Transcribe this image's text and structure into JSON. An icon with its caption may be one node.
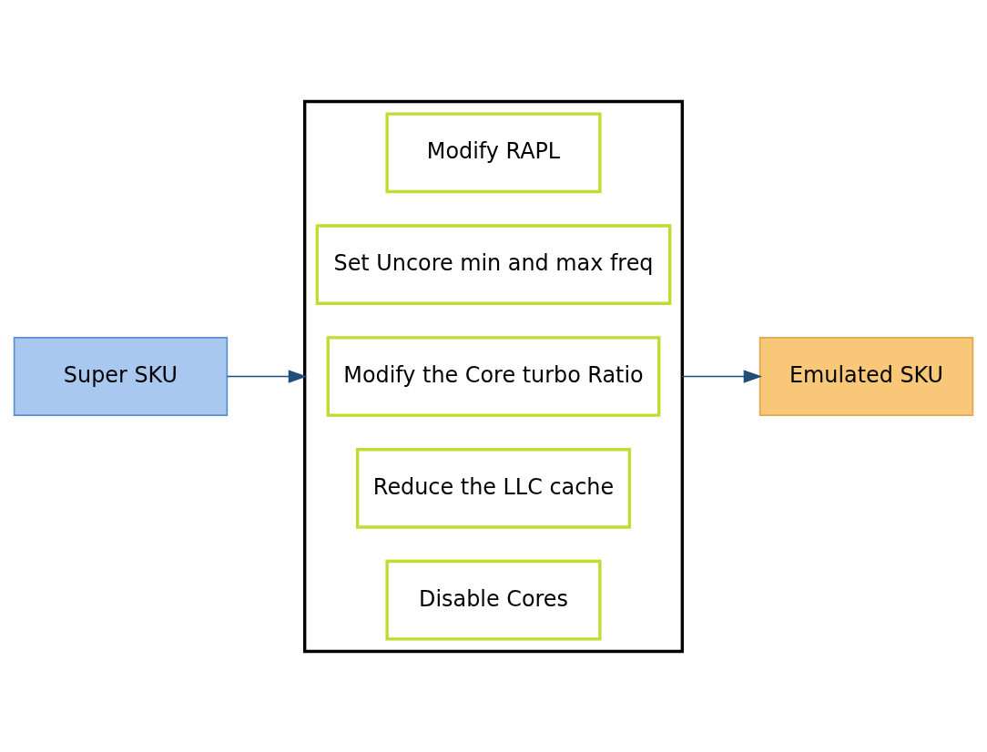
{
  "diagram": {
    "nodes": [
      {
        "text": [
          "Super SKU"
        ]
      },
      {
        "text": [],
        "shape": "box"
      },
      {
        "text": [
          "Disable Cores"
        ],
        "in": 1
      },
      {
        "text": [
          "Reduce the LLC cache"
        ],
        "in": 1
      },
      {
        "text": [
          "Modify the Core turbo Ratio"
        ],
        "in": 1
      },
      {
        "text": [
          "Set Uncore min and max freq"
        ],
        "in": 1
      },
      {
        "text": [
          "Modify RAPL"
        ],
        "in": 1
      },
      {
        "text": [
          "Emulated SKU"
        ]
      }
    ],
    "edges": [
      {
        "from": 0,
        "to": 1,
        "arrow": "to"
      },
      {
        "from": 1,
        "to": 7,
        "arrow": "to"
      }
    ]
  }
}
